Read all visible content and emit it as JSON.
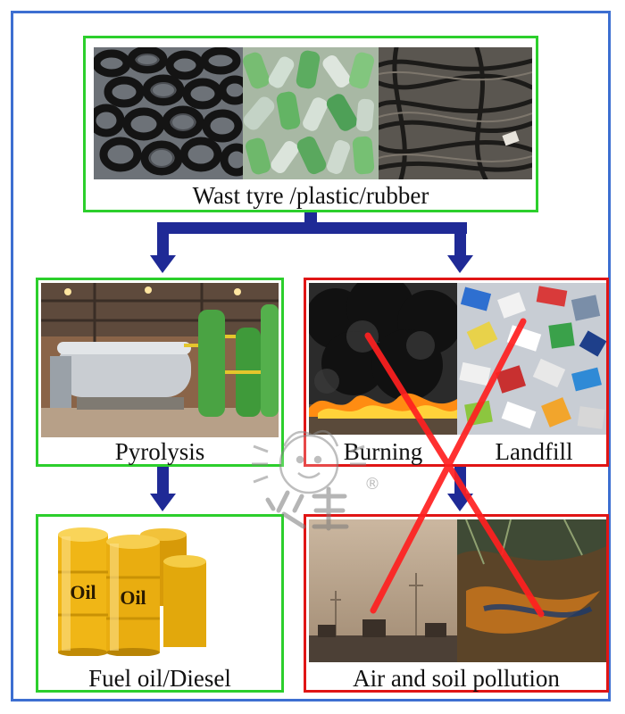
{
  "source": {
    "label": "Wast tyre /plastic/rubber",
    "photos": [
      "waste-tyres",
      "plastic-bottles",
      "rubber-scrap"
    ]
  },
  "good_path": {
    "process_label": "Pyrolysis",
    "product_label": "Fuel oil/Diesel",
    "drum_text": "Oil"
  },
  "bad_path": {
    "burning_label": "Burning",
    "landfill_label": "Landfill",
    "result_label": "Air and soil pollution"
  },
  "watermark": {
    "mark": "®"
  },
  "colors": {
    "frame": "#3d6fd1",
    "good_border": "#2ccf2c",
    "bad_border": "#e01515",
    "arrow": "#1f2a96",
    "cross": "#ff2020"
  }
}
